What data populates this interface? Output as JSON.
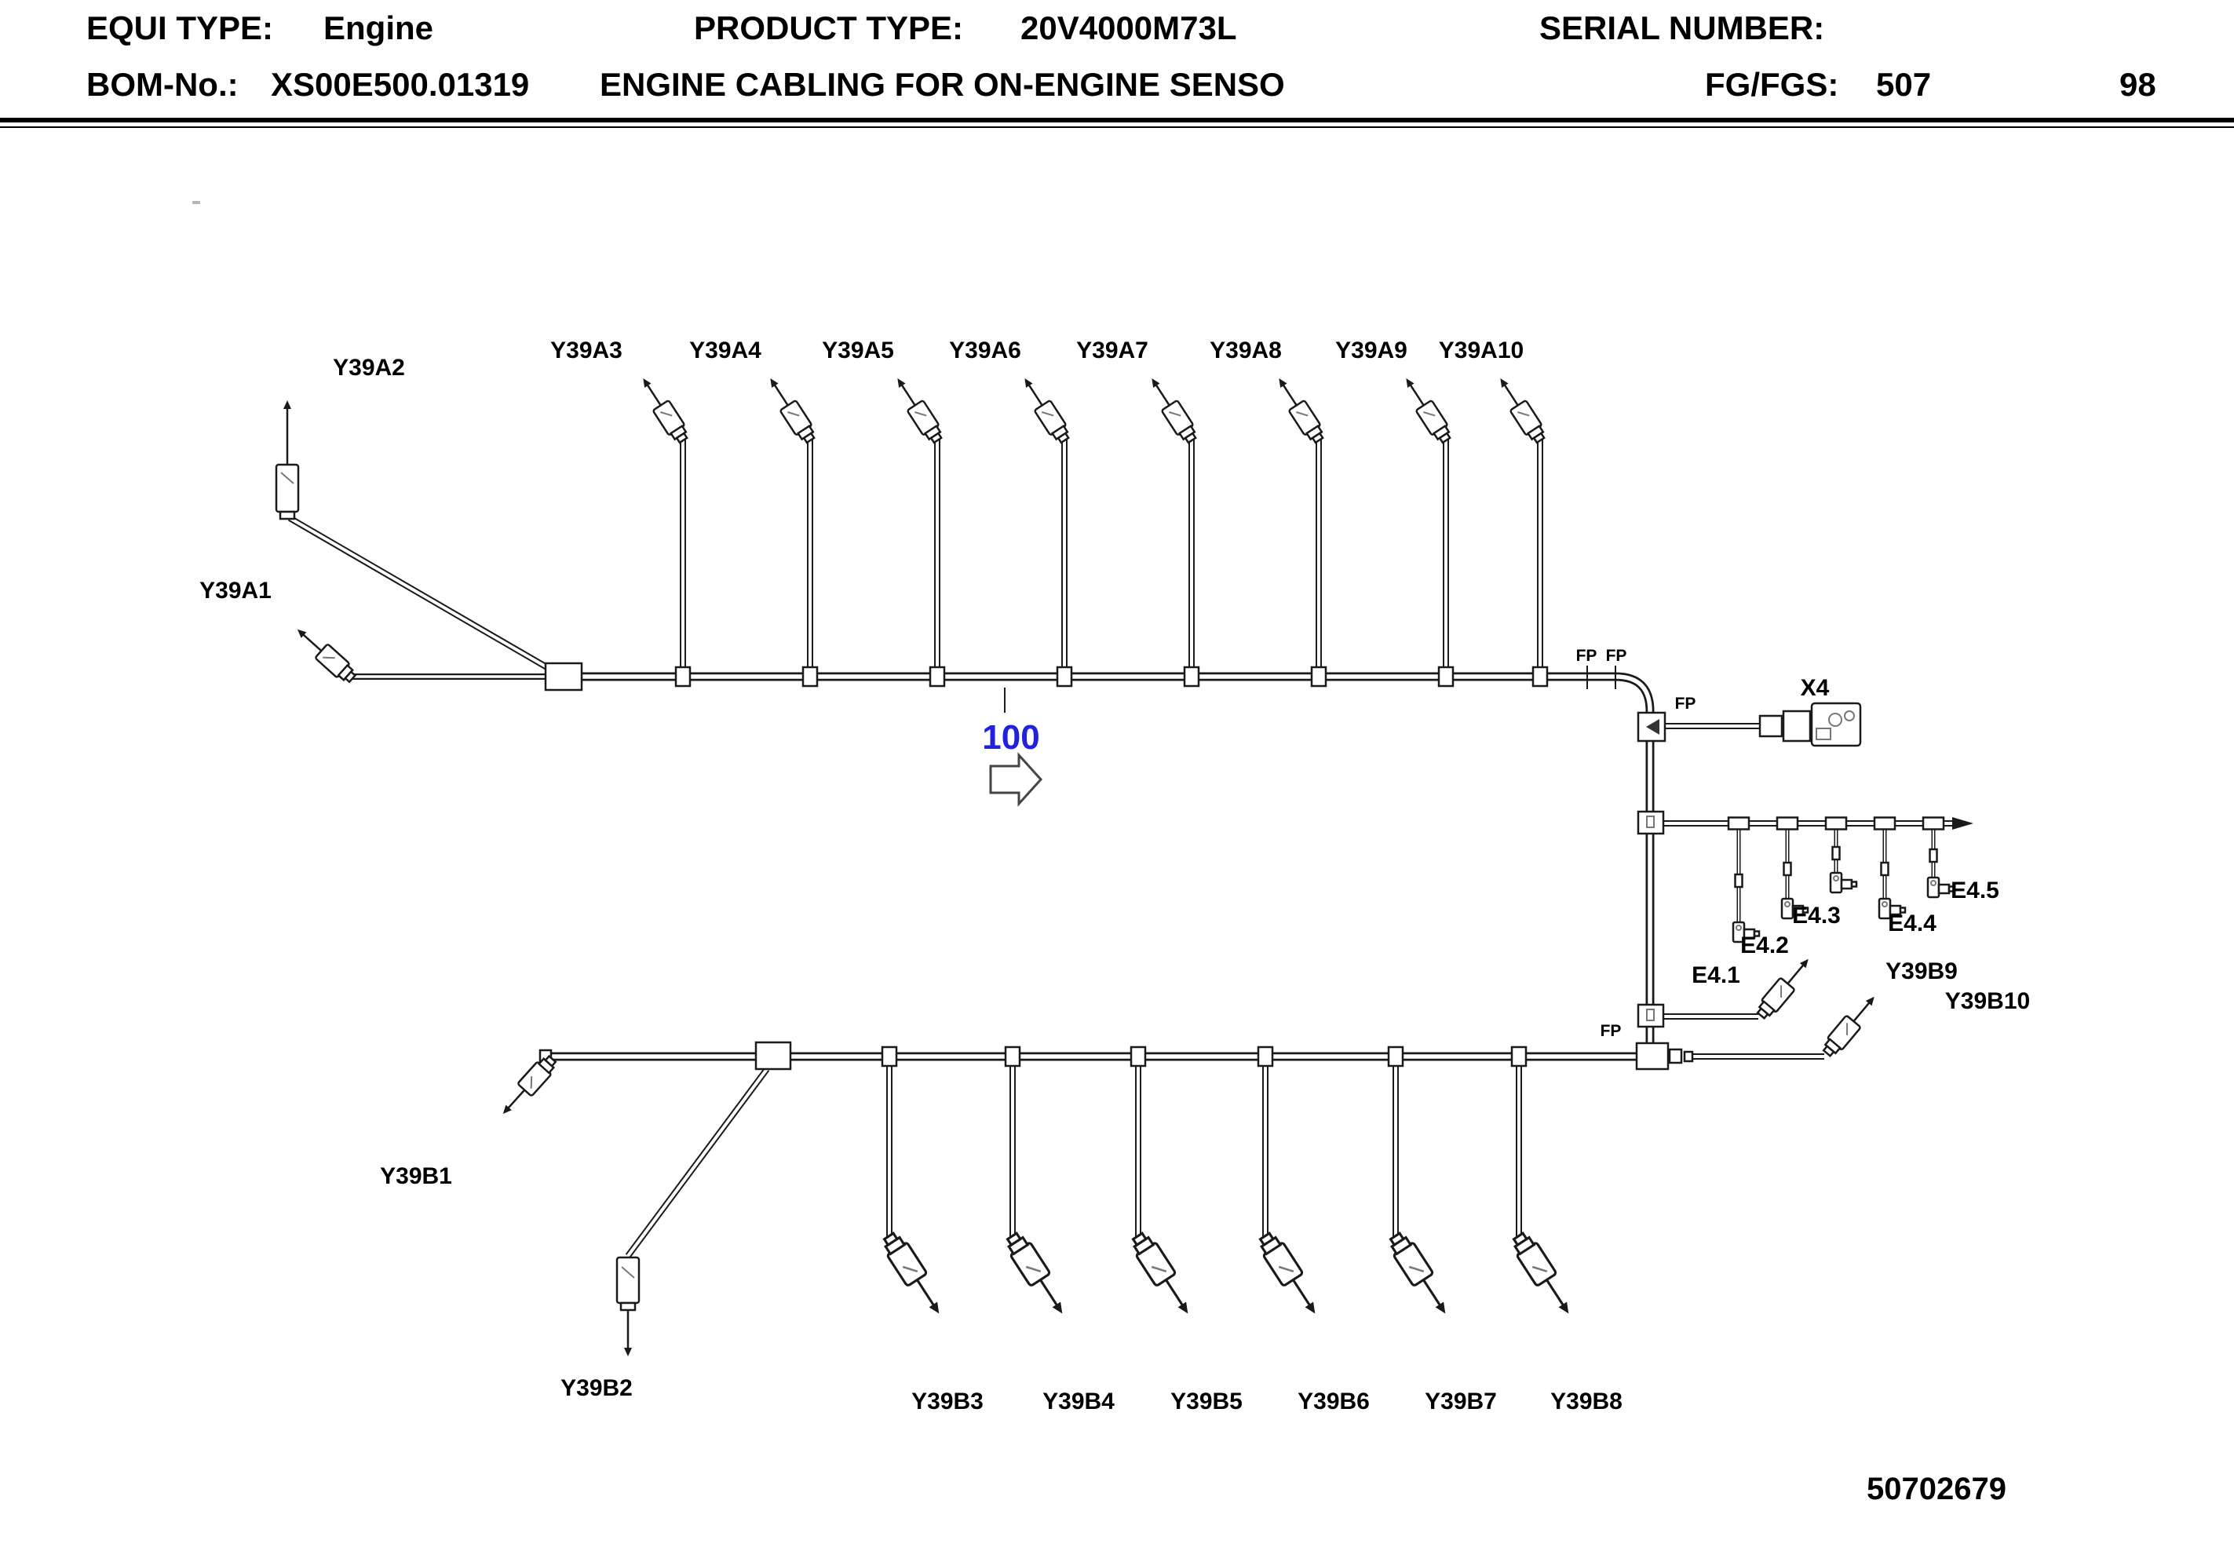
{
  "header": {
    "equi_label": "EQUI TYPE:",
    "equi_value": "Engine",
    "product_label": "PRODUCT TYPE:",
    "product_value": "20V4000M73L",
    "serial_label": "SERIAL NUMBER:",
    "bom_label": "BOM-No.:",
    "bom_value": "XS00E500.01319",
    "title": "ENGINE CABLING FOR ON-ENGINE SENSO",
    "fg_label": "FG/FGS:",
    "fg_value": "507",
    "page": "98"
  },
  "diagram": {
    "callout_number": "100",
    "drawing_number": "50702679",
    "fp": "FP",
    "x4": "X4",
    "top_labels": [
      "Y39A1",
      "Y39A2",
      "Y39A3",
      "Y39A4",
      "Y39A5",
      "Y39A6",
      "Y39A7",
      "Y39A8",
      "Y39A9",
      "Y39A10"
    ],
    "bottom_labels": [
      "Y39B1",
      "Y39B2",
      "Y39B3",
      "Y39B4",
      "Y39B5",
      "Y39B6",
      "Y39B7",
      "Y39B8",
      "Y39B9",
      "Y39B10"
    ],
    "e_labels": [
      "E4.1",
      "E4.2",
      "E4.3",
      "E4.4",
      "E4.5"
    ],
    "colors": {
      "callout_blue": "#2222dd",
      "line": "#1a1a1a"
    }
  }
}
